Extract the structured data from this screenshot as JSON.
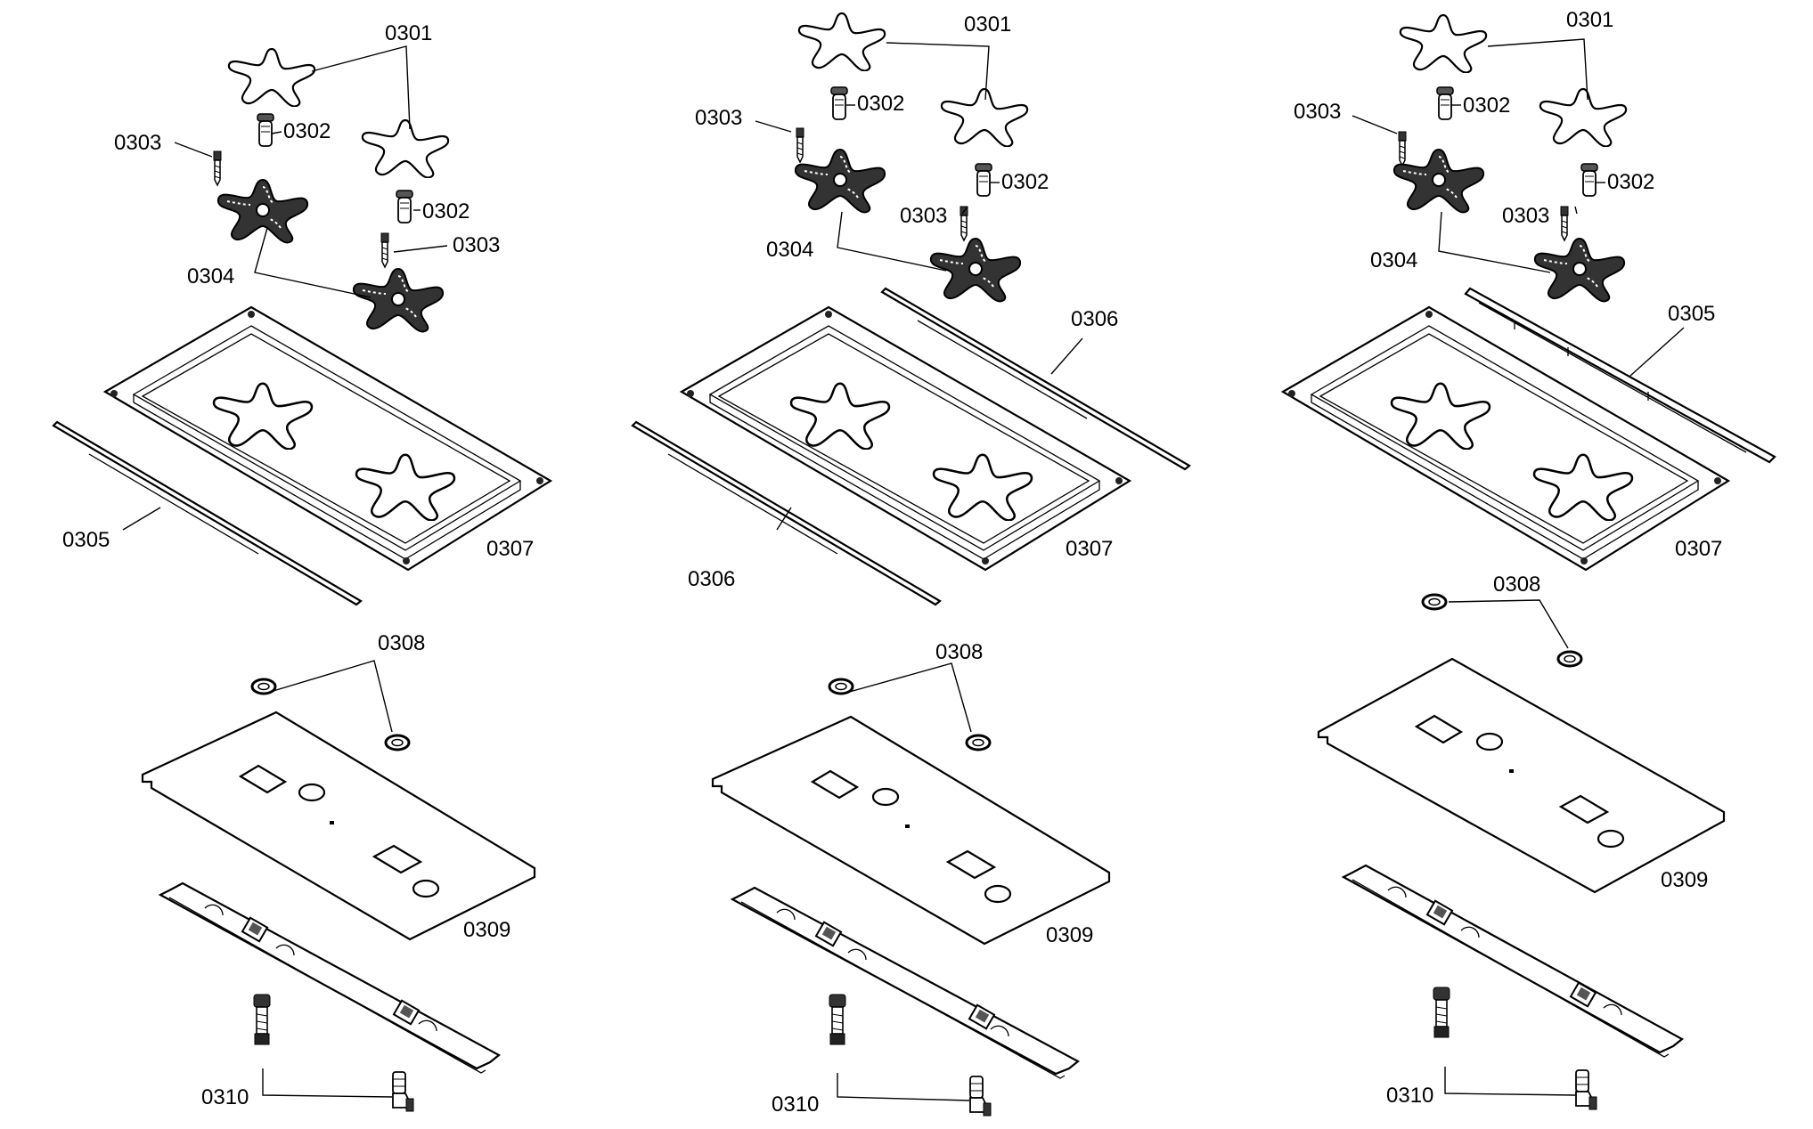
{
  "diagram": {
    "views": [
      {
        "id": "left",
        "labels": {
          "p0301": "0301",
          "p0302a": "0302",
          "p0302b": "0302",
          "p0303a": "0303",
          "p0303b": "0303",
          "p0304": "0304",
          "p0305": "0305",
          "p0307": "0307",
          "p0308": "0308",
          "p0309": "0309",
          "p0310": "0310"
        }
      },
      {
        "id": "middle",
        "labels": {
          "p0301": "0301",
          "p0302a": "0302",
          "p0302b": "0302",
          "p0303a": "0303",
          "p0303b": "0303",
          "p0304": "0304",
          "p0306a": "0306",
          "p0306b": "0306",
          "p0307": "0307",
          "p0308": "0308",
          "p0309": "0309",
          "p0310": "0310"
        }
      },
      {
        "id": "right",
        "labels": {
          "p0301": "0301",
          "p0302a": "0302",
          "p0302b": "0302",
          "p0303a": "0303",
          "p0303b": "0303",
          "p0304": "0304",
          "p0305": "0305",
          "p0307": "0307",
          "p0308": "0308",
          "p0309": "0309",
          "p0310": "0310"
        }
      }
    ]
  }
}
